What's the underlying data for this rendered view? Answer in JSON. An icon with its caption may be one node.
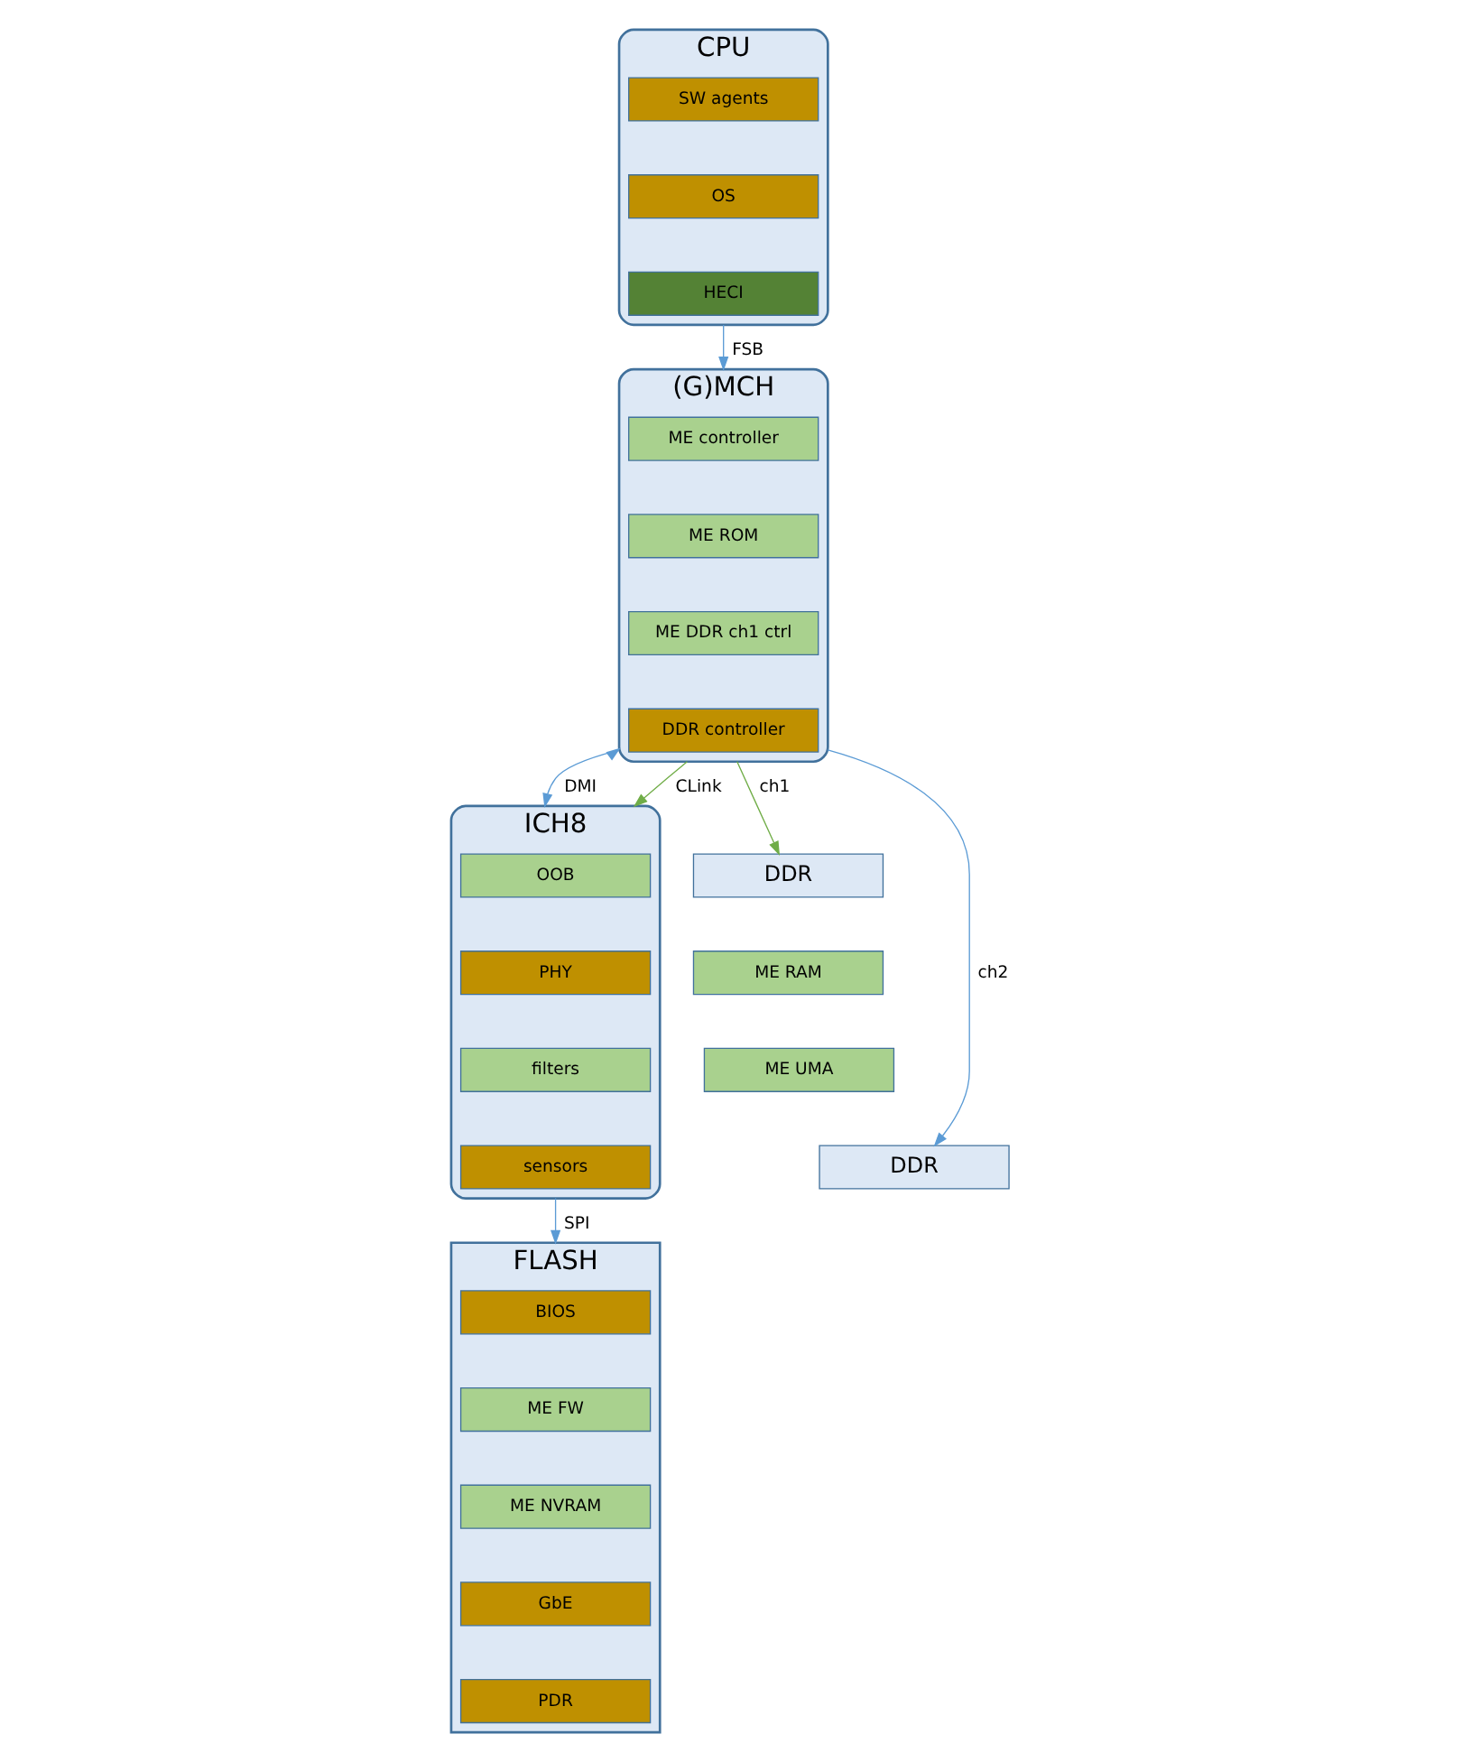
{
  "diagram": {
    "nodes": [
      {
        "text": [
          "CPU"
        ]
      },
      {
        "text": [
          "SW agents"
        ],
        "in": 0
      },
      {
        "text": [
          "OS"
        ],
        "in": 0
      },
      {
        "text": [
          "HECI"
        ],
        "in": 0
      },
      {
        "text": [
          "(G)MCH"
        ]
      },
      {
        "text": [
          "ME controller"
        ],
        "in": 4
      },
      {
        "text": [
          "ME ROM"
        ],
        "in": 4
      },
      {
        "text": [
          "ME DDR ch1 ctrl"
        ],
        "in": 4
      },
      {
        "text": [
          "DDR controller"
        ],
        "in": 4
      },
      {
        "text": [
          "DDR"
        ]
      },
      {
        "text": [
          "ME RAM"
        ]
      },
      {
        "text": [
          "ME UMA"
        ]
      },
      {
        "text": [
          "DDR"
        ]
      },
      {
        "text": [
          "ICH8"
        ]
      },
      {
        "text": [
          "OOB"
        ],
        "in": 13
      },
      {
        "text": [
          "PHY"
        ],
        "in": 13
      },
      {
        "text": [
          "filters"
        ],
        "in": 13
      },
      {
        "text": [
          "sensors"
        ],
        "in": 13
      },
      {
        "text": [
          "FLASH"
        ]
      },
      {
        "text": [
          "BIOS"
        ],
        "in": 18
      },
      {
        "text": [
          "ME FW"
        ],
        "in": 18
      },
      {
        "text": [
          "ME NVRAM"
        ],
        "in": 18
      },
      {
        "text": [
          "GbE"
        ],
        "in": 18
      },
      {
        "text": [
          "PDR"
        ],
        "in": 18
      }
    ],
    "edges": [
      {
        "from": 0,
        "to": 4,
        "arrow": "to",
        "label": "FSB"
      },
      {
        "from": 4,
        "to": 9,
        "arrow": "to",
        "label": "ch1",
        "color": "#70ad47"
      },
      {
        "from": 4,
        "to": 12,
        "arrow": "to",
        "label": "ch2"
      },
      {
        "from": 4,
        "to": 13,
        "arrow": "both",
        "label": "DMI"
      },
      {
        "from": 4,
        "to": 13,
        "arrow": "to",
        "label": "CLink",
        "color": "#70ad47"
      },
      {
        "from": 13,
        "to": 18,
        "arrow": "to",
        "label": "SPI"
      }
    ]
  }
}
